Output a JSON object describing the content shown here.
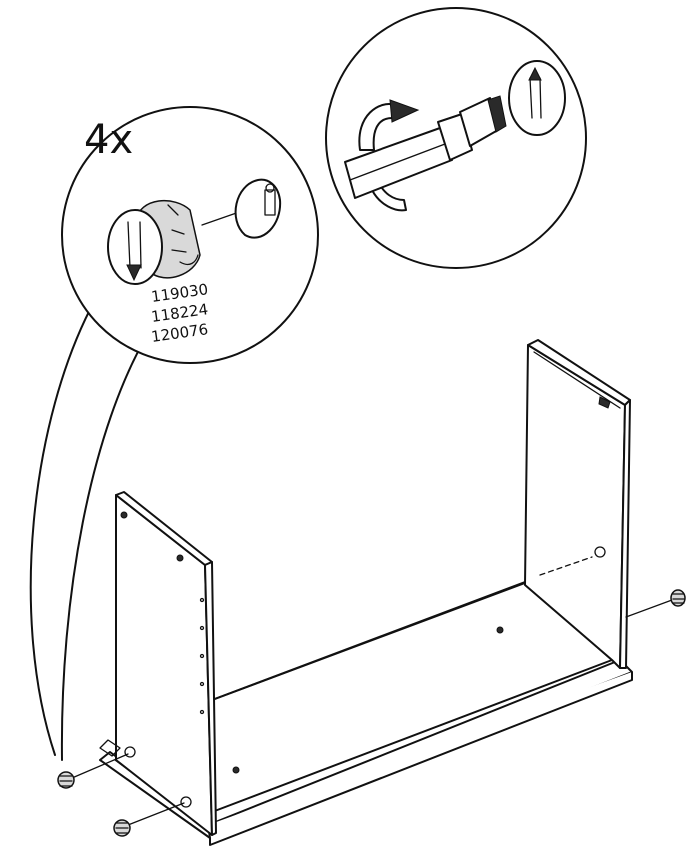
{
  "callout_left": {
    "quantity": "4x",
    "part_numbers": [
      "119030",
      "118224",
      "120076"
    ]
  },
  "colors": {
    "line": "#111111",
    "background": "#ffffff"
  }
}
